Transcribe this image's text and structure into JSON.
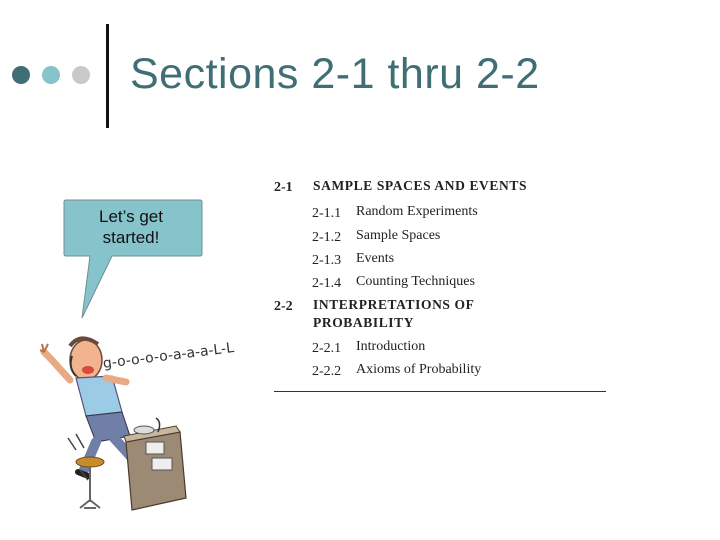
{
  "slide": {
    "title": "Sections 2-1 thru 2-2",
    "bullet_colors": [
      "#3f6f74",
      "#86c3cb",
      "#c9c9c9"
    ],
    "accent": "#3f6f74"
  },
  "speech_bubble": {
    "line1": "Let’s get",
    "line2": "started!",
    "fill": "#86c3cb"
  },
  "cartoon": {
    "exclamation": "g-o-o-o-o-a-a-a-L-L"
  },
  "toc": {
    "sections": [
      {
        "number": "2-1",
        "title": "SAMPLE SPACES AND EVENTS",
        "items": [
          {
            "number": "2-1.1",
            "title": "Random Experiments"
          },
          {
            "number": "2-1.2",
            "title": "Sample Spaces"
          },
          {
            "number": "2-1.3",
            "title": "Events"
          },
          {
            "number": "2-1.4",
            "title": "Counting Techniques"
          }
        ]
      },
      {
        "number": "2-2",
        "title_line1": "INTERPRETATIONS OF",
        "title_line2": "PROBABILITY",
        "items": [
          {
            "number": "2-2.1",
            "title": "Introduction"
          },
          {
            "number": "2-2.2",
            "title": "Axioms of Probability"
          }
        ]
      }
    ]
  }
}
